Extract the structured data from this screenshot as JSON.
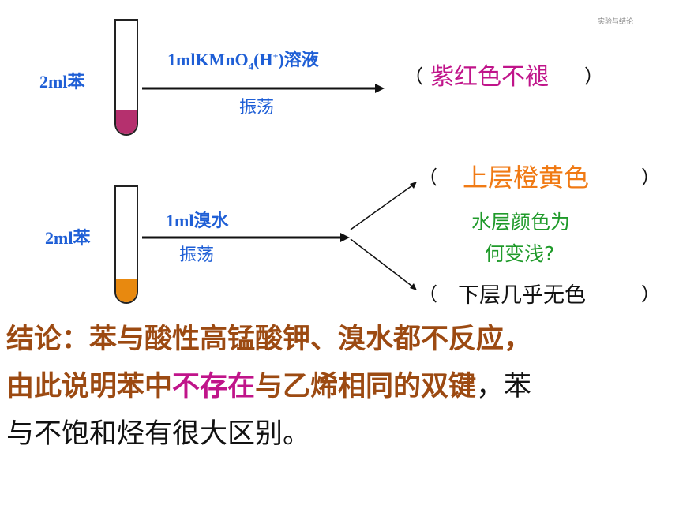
{
  "corner_caption": "实验与结论",
  "experiment1": {
    "sample_label": "2ml苯",
    "reagent_prefix": "1mlKMnO",
    "reagent_sub": "4",
    "reagent_paren_open": "(H",
    "reagent_sup": "+",
    "reagent_suffix": ")溶液",
    "action": "振荡",
    "result_open": "（",
    "result": "紫红色不褪",
    "result_close": "）",
    "liquid_color": "#b5306e"
  },
  "experiment2": {
    "sample_label": "2ml苯",
    "reagent": "1ml溴水",
    "action": "振荡",
    "upper_open": "（",
    "upper_result": "上层橙黄色",
    "upper_close": "）",
    "question_line1": "水层颜色为",
    "question_line2": "何变浅?",
    "lower_open": "（",
    "lower_result": "下层几乎无色",
    "lower_close": "）",
    "liquid_color": "#e8890f"
  },
  "conclusion": {
    "part1": "结论：苯与酸性高锰酸钾、溴水都不反应，",
    "part2": "由此说明苯中",
    "highlight": "不存在",
    "part3": "与乙烯相同的双键",
    "part4": "，苯",
    "part5": "与不饱和烃有很大区别。"
  },
  "colors": {
    "blue": "#1f5fd6",
    "magenta": "#c0148a",
    "orange": "#f07a14",
    "green": "#1f9a2a",
    "brown": "#9c4a12"
  }
}
